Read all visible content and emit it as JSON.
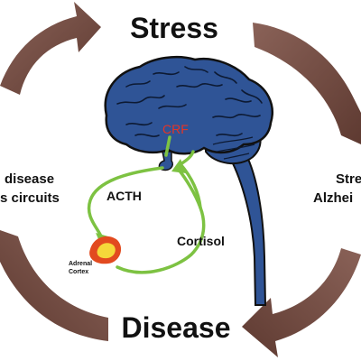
{
  "titles": {
    "top": "Stress",
    "bottom": "Disease"
  },
  "labels": {
    "crf": "CRF",
    "acth": "ACTH",
    "cortisol": "Cortisol",
    "adrenal_line1": "Adrenal",
    "adrenal_line2": "Cortex",
    "left_line1": "disease",
    "left_line2": "s circuits",
    "right_line1": "Stre",
    "right_line2": "Alzhei"
  },
  "colors": {
    "cycle_arrow": "#7a5248",
    "brain": "#2f5496",
    "brain_outline": "#111111",
    "pathway": "#7dc242",
    "crf": "#e53426",
    "adrenal_outer": "#e24a1f",
    "adrenal_inner": "#f5d83a"
  }
}
